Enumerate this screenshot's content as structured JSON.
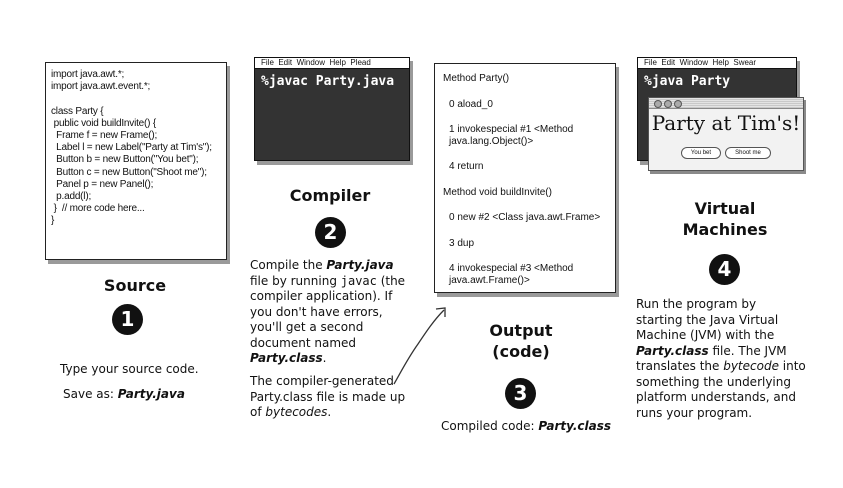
{
  "source": {
    "code_lines": [
      "import java.awt.*;",
      "import java.awt.event.*;",
      "",
      "class Party {",
      " public void buildInvite() {",
      "  Frame f = new Frame();",
      "  Label l = new Label(\"Party at Tim's\");",
      "  Button b = new Button(\"You bet\");",
      "  Button c = new Button(\"Shoot me\");",
      "  Panel p = new Panel();",
      "  p.add(l);",
      " }  // more code here...",
      "}"
    ],
    "heading": "Source",
    "number": "1",
    "desc": "Type your source code.",
    "save_prefix": "Save as: ",
    "save_file": "Party.java"
  },
  "compiler": {
    "menu": "File  Edit  Window  Help  Plead",
    "command": "%javac Party.java",
    "heading": "Compiler",
    "number": "2",
    "p1_a": "Compile the ",
    "p1_file": "Party.java",
    "p1_b": " file by running ",
    "p1_cmd": "javac",
    "p1_c": " (the compiler application). If you don't have  errors, you'll get a second document named ",
    "p1_file2": "Party.class",
    "p1_d": ".",
    "p2_a": "The compiler-generated Party.class file is made up of ",
    "p2_em": "bytecodes",
    "p2_b": "."
  },
  "output": {
    "bytecode_lines": [
      "Method Party()",
      "  0 aload_0",
      "  1 invokespecial #1 <Method java.lang.Object()>",
      "  4 return",
      "Method void buildInvite()",
      "  0 new #2 <Class java.awt.Frame>",
      "  3 dup",
      "  4 invokespecial #3 <Method java.awt.Frame()>"
    ],
    "heading": "Output\n(code)",
    "number": "3",
    "caption_prefix": "Compiled code: ",
    "caption_file": "Party.class"
  },
  "vm": {
    "menu": "File  Edit  Window  Help  Swear",
    "command": "%java Party",
    "window_title": "Party at Tim's!",
    "button_yes": "You bet",
    "button_no": "Shoot me",
    "heading": "Virtual\nMachines",
    "number": "4",
    "d_a": "Run the program by starting the Java Virtual Machine (JVM) with the ",
    "d_file": "Party.class",
    "d_b": " file. The JVM translates the ",
    "d_em": "bytecode",
    "d_c": " into something the underlying platform understands, and runs your program."
  }
}
